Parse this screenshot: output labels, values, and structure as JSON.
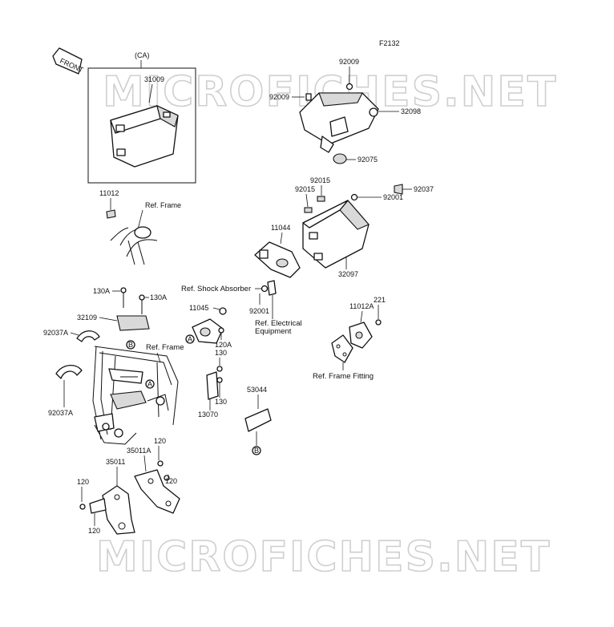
{
  "diagram_code": "F2132",
  "front_label": "FRONT",
  "ca_label": "(CA)",
  "watermark": "MICROFICHES.NET",
  "labels": {
    "p31009": "31009",
    "p92009a": "92009",
    "p92009b": "92009",
    "p32098": "32098",
    "p92075": "92075",
    "p11012": "11012",
    "ref_frame_1": "Ref. Frame",
    "p92015a": "92015",
    "p92015b": "92015",
    "p92001a": "92001",
    "p92037": "92037",
    "p11044": "11044",
    "p32097": "32097",
    "ref_shock": "Ref. Shock Absorber",
    "p130a_1": "130A",
    "p130a_2": "130A",
    "p11045": "11045",
    "p92001b": "92001",
    "ref_electrical_1": "Ref. Electrical",
    "ref_electrical_2": "Equipment",
    "p32109": "32109",
    "p92037a_1": "92037A",
    "p120a": "120A",
    "ref_frame_2": "Ref. Frame",
    "p130_1": "130",
    "p221": "221",
    "p11012a": "11012A",
    "p13070": "13070",
    "p130_2": "130",
    "ref_frame_fitting": "Ref. Frame Fitting",
    "p53044": "53044",
    "p92037a_2": "92037A",
    "p120_1": "120",
    "p35011a": "35011A",
    "p35011": "35011",
    "p120_2": "120",
    "p120_3": "120",
    "p120_4": "120",
    "marker_a": "A",
    "marker_b": "B"
  }
}
